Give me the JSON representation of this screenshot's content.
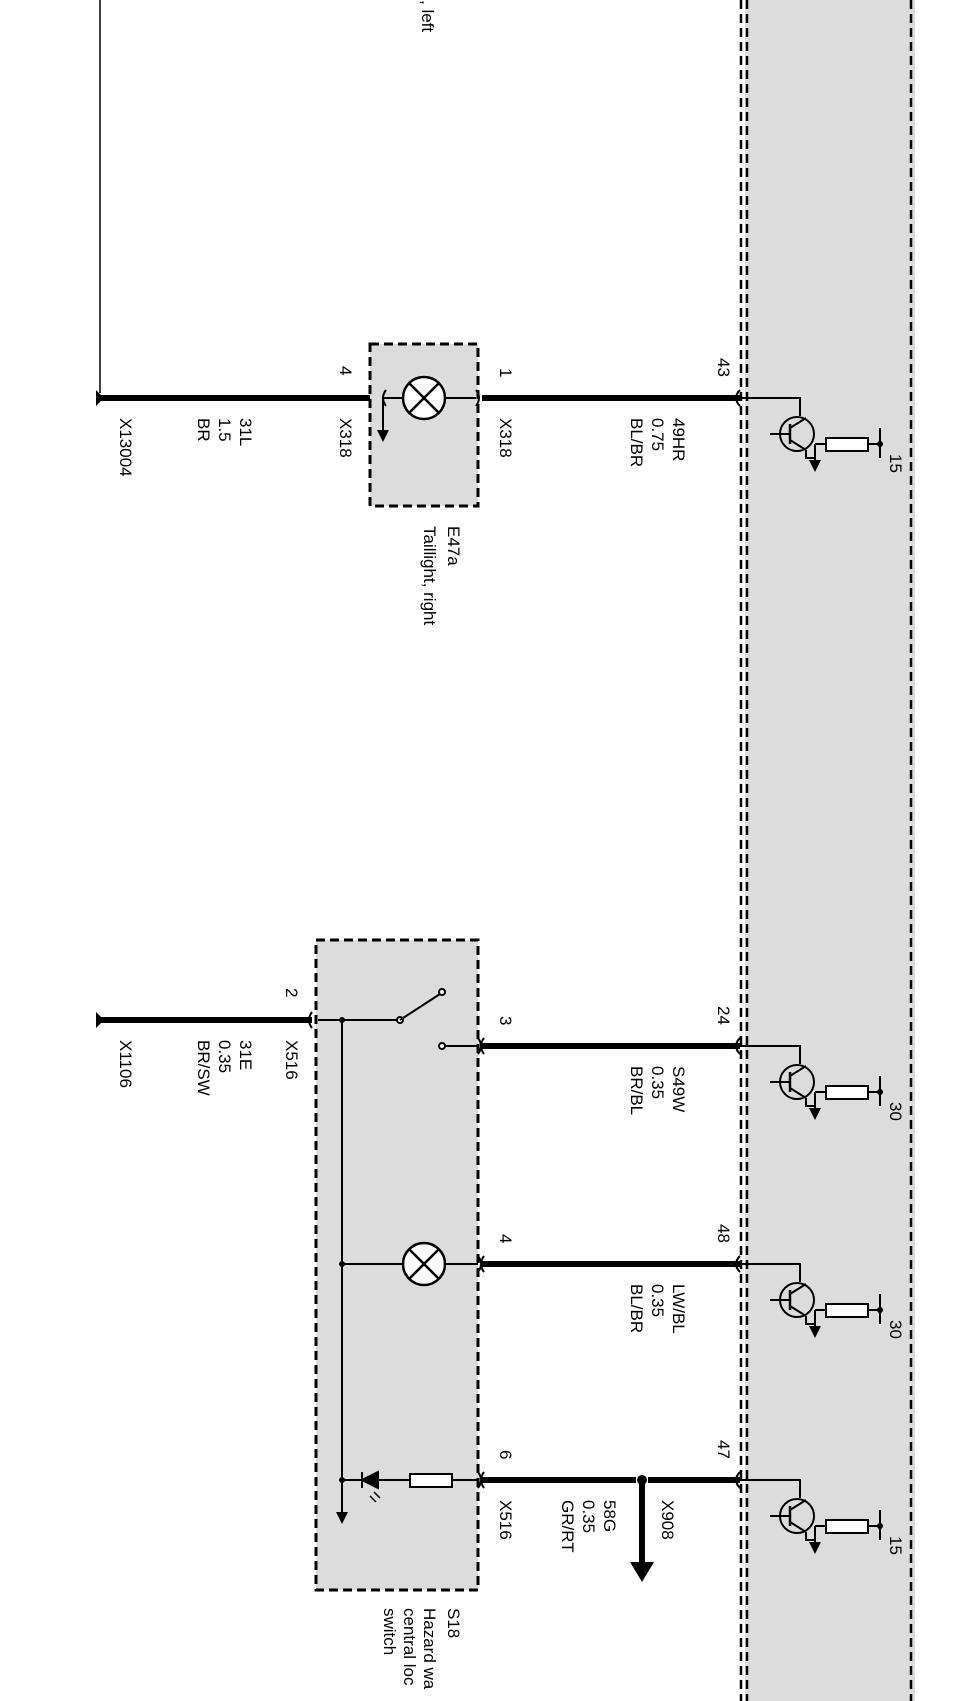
{
  "colors": {
    "module_fill": "#dcdcdc",
    "wire": "#000000",
    "background": "#ffffff"
  },
  "module": {
    "output_stages": [
      {
        "pin": "43",
        "supply": "15"
      },
      {
        "pin": "24",
        "supply": "30"
      },
      {
        "pin": "48",
        "supply": "30"
      },
      {
        "pin": "47",
        "supply": "15"
      }
    ]
  },
  "fragment_label": ", left",
  "taillight": {
    "id": "E47a",
    "name": "Taillight, right",
    "pin_in": "1",
    "pin_out": "4",
    "connector_in": "X318",
    "connector_out": "X318",
    "wire_in": {
      "code": "49HR",
      "size": "0.75",
      "color": "BL/BR"
    },
    "wire_out": {
      "code": "31L",
      "size": "1.5",
      "color": "BR"
    },
    "ground": "X13004"
  },
  "switch": {
    "id": "S18",
    "name_lines": [
      "Hazard wa",
      "central loc",
      "switch"
    ],
    "pins": [
      "3",
      "4",
      "6"
    ],
    "pin_ground": "2",
    "connector": "X516",
    "connector_bottom": "X516",
    "wire_3": {
      "code": "S49W",
      "size": "0.35",
      "color": "BR/BL"
    },
    "wire_4": {
      "code": "LW/BL",
      "size": "0.35",
      "color": "BL/BR"
    },
    "wire_6": {
      "code": "58G",
      "size": "0.35",
      "color": "GR/RT"
    },
    "wire_ground": {
      "code": "31E",
      "size": "0.35",
      "color": "BR/SW"
    },
    "ground": "X1106",
    "splice": "X908"
  }
}
